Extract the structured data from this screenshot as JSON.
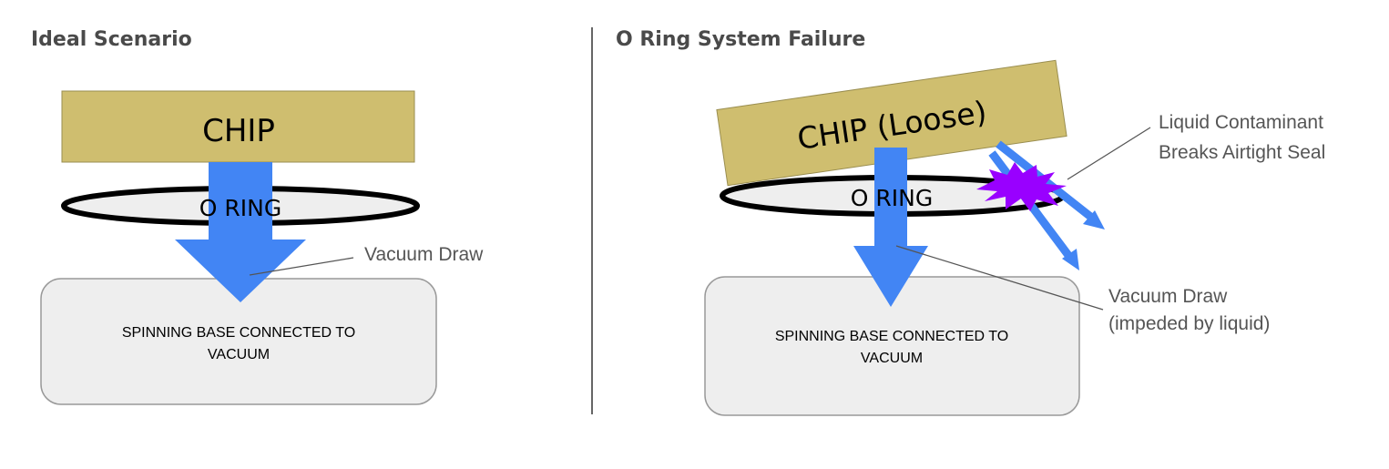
{
  "left_panel": {
    "heading": "Ideal Scenario",
    "chip_label": "CHIP",
    "oring_label": "O RING",
    "vacuum_label": "Vacuum Draw",
    "base_label_line1": "SPINNING BASE CONNECTED TO",
    "base_label_line2": "VACUUM"
  },
  "right_panel": {
    "heading": "O Ring System Failure",
    "chip_label": "CHIP (Loose)",
    "oring_label": "O RING",
    "contaminant_label_line1": "Liquid Contaminant",
    "contaminant_label_line2": "Breaks Airtight Seal",
    "vacuum_label_line1": "Vacuum Draw",
    "vacuum_label_line2": "(impeded by liquid)",
    "base_label_line1": "SPINNING BASE CONNECTED TO",
    "base_label_line2": "VACUUM"
  },
  "colors": {
    "chip": "#cfbe6f",
    "arrow": "#4285f4",
    "base_fill": "#eeeeee",
    "base_stroke": "#999999",
    "oring_fill": "#eeeeee",
    "oring_stroke": "#000000",
    "splash": "#9900ff",
    "divider": "#666666",
    "heading": "#4a4a4a",
    "callout_text": "#555555"
  }
}
